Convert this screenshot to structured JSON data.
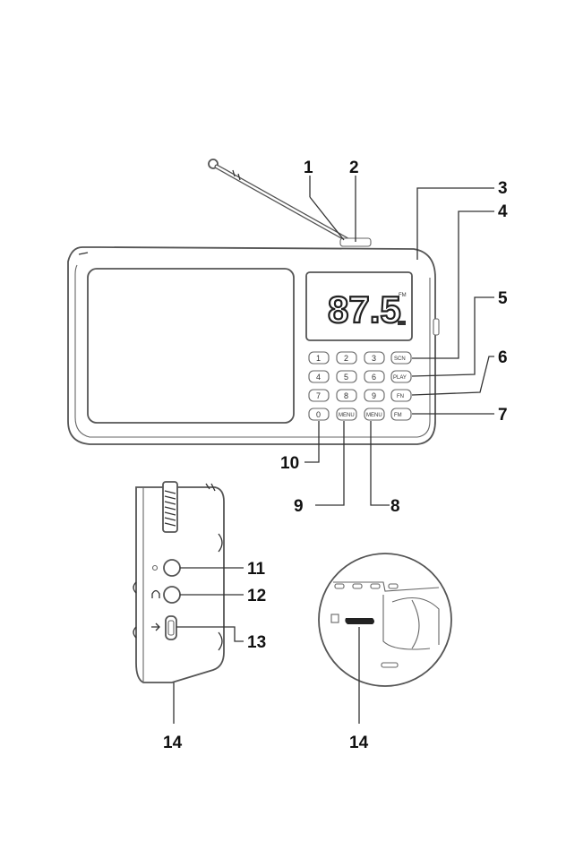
{
  "display": {
    "frequency": "87.5",
    "band": "FM"
  },
  "keypad": {
    "digits": [
      "1",
      "2",
      "3",
      "4",
      "5",
      "6",
      "7",
      "8",
      "9",
      "0"
    ],
    "side_keys": [
      "SCN",
      "PLAY",
      "FN",
      "FM"
    ],
    "bottom_keys": [
      "MENU",
      "MENU"
    ]
  },
  "callouts": {
    "c1": "1",
    "c2": "2",
    "c3": "3",
    "c4": "4",
    "c5": "5",
    "c6": "6",
    "c7": "7",
    "c8": "8",
    "c9": "9",
    "c10": "10",
    "c11": "11",
    "c12": "12",
    "c13": "13",
    "c14a": "14",
    "c14b": "14"
  },
  "icons": [
    "antenna-icon",
    "speaker-grille-icon",
    "lcd-display-icon",
    "headphone-icon",
    "usb-port-icon",
    "sd-card-slot-icon",
    "volume-wheel-icon"
  ]
}
